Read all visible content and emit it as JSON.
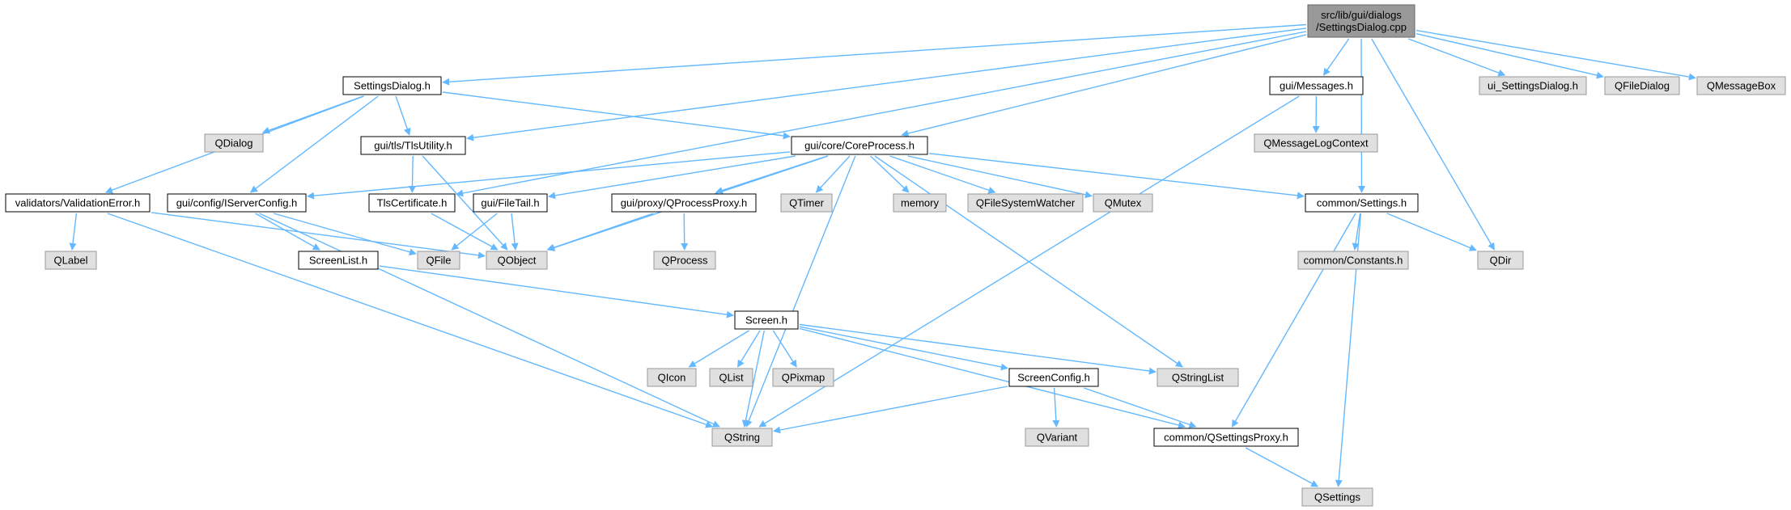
{
  "colors": {
    "edge": "#63b8ff",
    "root_fill": "#999999",
    "doc_fill": "#ffffff",
    "ext_fill": "#e0e0e0"
  },
  "nodes": [
    {
      "id": "root",
      "lines": [
        "src/lib/gui/dialogs",
        "/SettingsDialog.cpp"
      ],
      "kind": "root"
    },
    {
      "id": "settingsdialog_h",
      "lines": [
        "SettingsDialog.h"
      ],
      "kind": "doc"
    },
    {
      "id": "messages_h",
      "lines": [
        "gui/Messages.h"
      ],
      "kind": "doc"
    },
    {
      "id": "ui_settingsdialog_h",
      "lines": [
        "ui_SettingsDialog.h"
      ],
      "kind": "ext"
    },
    {
      "id": "qfiledialog",
      "lines": [
        "QFileDialog"
      ],
      "kind": "ext"
    },
    {
      "id": "qmessagebox",
      "lines": [
        "QMessageBox"
      ],
      "kind": "ext"
    },
    {
      "id": "qdialog",
      "lines": [
        "QDialog"
      ],
      "kind": "ext"
    },
    {
      "id": "tlsutility_h",
      "lines": [
        "gui/tls/TlsUtility.h"
      ],
      "kind": "doc"
    },
    {
      "id": "coreprocess_h",
      "lines": [
        "gui/core/CoreProcess.h"
      ],
      "kind": "doc"
    },
    {
      "id": "qmessagelogcontext",
      "lines": [
        "QMessageLogContext"
      ],
      "kind": "ext"
    },
    {
      "id": "validationerror_h",
      "lines": [
        "validators/ValidationError.h"
      ],
      "kind": "doc"
    },
    {
      "id": "iserverconfig_h",
      "lines": [
        "gui/config/IServerConfig.h"
      ],
      "kind": "doc"
    },
    {
      "id": "tlscertificate_h",
      "lines": [
        "TlsCertificate.h"
      ],
      "kind": "doc"
    },
    {
      "id": "filetail_h",
      "lines": [
        "gui/FileTail.h"
      ],
      "kind": "doc"
    },
    {
      "id": "qprocessproxy_h",
      "lines": [
        "gui/proxy/QProcessProxy.h"
      ],
      "kind": "doc"
    },
    {
      "id": "qtimer",
      "lines": [
        "QTimer"
      ],
      "kind": "ext"
    },
    {
      "id": "memory",
      "lines": [
        "memory"
      ],
      "kind": "ext"
    },
    {
      "id": "qfilesystemwatcher",
      "lines": [
        "QFileSystemWatcher"
      ],
      "kind": "ext"
    },
    {
      "id": "qmutex",
      "lines": [
        "QMutex"
      ],
      "kind": "ext"
    },
    {
      "id": "settings_h",
      "lines": [
        "common/Settings.h"
      ],
      "kind": "doc"
    },
    {
      "id": "qlabel",
      "lines": [
        "QLabel"
      ],
      "kind": "ext"
    },
    {
      "id": "screenlist_h",
      "lines": [
        "ScreenList.h"
      ],
      "kind": "doc"
    },
    {
      "id": "qfile",
      "lines": [
        "QFile"
      ],
      "kind": "ext"
    },
    {
      "id": "qobject",
      "lines": [
        "QObject"
      ],
      "kind": "ext"
    },
    {
      "id": "qprocess",
      "lines": [
        "QProcess"
      ],
      "kind": "ext"
    },
    {
      "id": "constants_h",
      "lines": [
        "common/Constants.h"
      ],
      "kind": "ext"
    },
    {
      "id": "qdir",
      "lines": [
        "QDir"
      ],
      "kind": "ext"
    },
    {
      "id": "screen_h",
      "lines": [
        "Screen.h"
      ],
      "kind": "doc"
    },
    {
      "id": "qicon",
      "lines": [
        "QIcon"
      ],
      "kind": "ext"
    },
    {
      "id": "qlist",
      "lines": [
        "QList"
      ],
      "kind": "ext"
    },
    {
      "id": "qpixmap",
      "lines": [
        "QPixmap"
      ],
      "kind": "ext"
    },
    {
      "id": "screenconfig_h",
      "lines": [
        "ScreenConfig.h"
      ],
      "kind": "doc"
    },
    {
      "id": "qstringlist",
      "lines": [
        "QStringList"
      ],
      "kind": "ext"
    },
    {
      "id": "qstring",
      "lines": [
        "QString"
      ],
      "kind": "ext"
    },
    {
      "id": "qvariant",
      "lines": [
        "QVariant"
      ],
      "kind": "ext"
    },
    {
      "id": "qsettingsproxy_h",
      "lines": [
        "common/QSettingsProxy.h"
      ],
      "kind": "doc"
    },
    {
      "id": "qsettings",
      "lines": [
        "QSettings"
      ],
      "kind": "ext"
    }
  ],
  "edges": [
    [
      "root",
      "settingsdialog_h"
    ],
    [
      "root",
      "tlsutility_h"
    ],
    [
      "root",
      "tlscertificate_h"
    ],
    [
      "root",
      "coreprocess_h"
    ],
    [
      "root",
      "messages_h"
    ],
    [
      "root",
      "settings_h"
    ],
    [
      "root",
      "qdir"
    ],
    [
      "root",
      "ui_settingsdialog_h"
    ],
    [
      "root",
      "qfiledialog"
    ],
    [
      "root",
      "qmessagebox"
    ],
    [
      "settingsdialog_h",
      "qdialog"
    ],
    [
      "settingsdialog_h",
      "tlsutility_h"
    ],
    [
      "settingsdialog_h",
      "coreprocess_h"
    ],
    [
      "settingsdialog_h",
      "validationerror_h"
    ],
    [
      "settingsdialog_h",
      "iserverconfig_h"
    ],
    [
      "messages_h",
      "qmessagelogcontext"
    ],
    [
      "messages_h",
      "qstring"
    ],
    [
      "tlsutility_h",
      "tlscertificate_h"
    ],
    [
      "tlsutility_h",
      "qobject"
    ],
    [
      "coreprocess_h",
      "iserverconfig_h"
    ],
    [
      "coreprocess_h",
      "filetail_h"
    ],
    [
      "coreprocess_h",
      "qprocessproxy_h"
    ],
    [
      "coreprocess_h",
      "qtimer"
    ],
    [
      "coreprocess_h",
      "memory"
    ],
    [
      "coreprocess_h",
      "qfilesystemwatcher"
    ],
    [
      "coreprocess_h",
      "qmutex"
    ],
    [
      "coreprocess_h",
      "settings_h"
    ],
    [
      "coreprocess_h",
      "qobject"
    ],
    [
      "coreprocess_h",
      "qstring"
    ],
    [
      "coreprocess_h",
      "qstringlist"
    ],
    [
      "validationerror_h",
      "qlabel"
    ],
    [
      "validationerror_h",
      "qobject"
    ],
    [
      "validationerror_h",
      "qstring"
    ],
    [
      "iserverconfig_h",
      "screenlist_h"
    ],
    [
      "iserverconfig_h",
      "qfile"
    ],
    [
      "iserverconfig_h",
      "qstring"
    ],
    [
      "tlscertificate_h",
      "qobject"
    ],
    [
      "filetail_h",
      "qfile"
    ],
    [
      "filetail_h",
      "qobject"
    ],
    [
      "qprocessproxy_h",
      "qobject"
    ],
    [
      "qprocessproxy_h",
      "qprocess"
    ],
    [
      "settings_h",
      "constants_h"
    ],
    [
      "settings_h",
      "qdir"
    ],
    [
      "settings_h",
      "qsettingsproxy_h"
    ],
    [
      "settings_h",
      "qsettings"
    ],
    [
      "screenlist_h",
      "screen_h"
    ],
    [
      "screen_h",
      "qicon"
    ],
    [
      "screen_h",
      "qlist"
    ],
    [
      "screen_h",
      "qpixmap"
    ],
    [
      "screen_h",
      "screenconfig_h"
    ],
    [
      "screen_h",
      "qstringlist"
    ],
    [
      "screen_h",
      "qstring"
    ],
    [
      "screen_h",
      "qsettingsproxy_h"
    ],
    [
      "screenconfig_h",
      "qvariant"
    ],
    [
      "screenconfig_h",
      "qsettingsproxy_h"
    ],
    [
      "screenconfig_h",
      "qstring"
    ],
    [
      "qsettingsproxy_h",
      "qsettings"
    ]
  ]
}
